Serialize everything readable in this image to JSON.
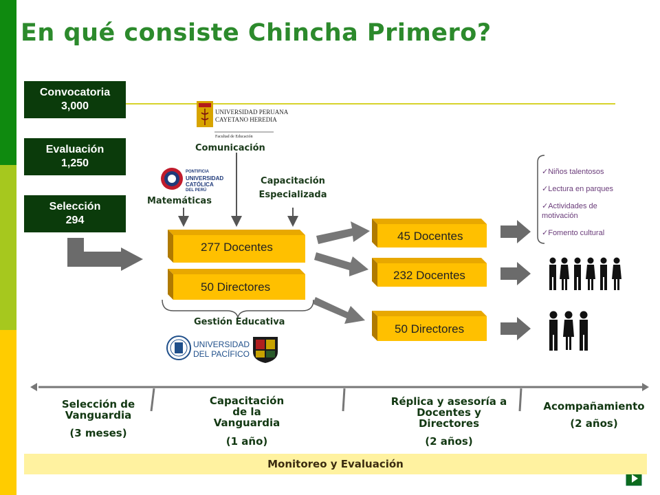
{
  "title": "En qué consiste Chincha Primero?",
  "stages": [
    {
      "label": "Convocatoria",
      "value": "3,000"
    },
    {
      "label": "Evaluación",
      "value": "1,250"
    },
    {
      "label": "Selección",
      "value": "294"
    }
  ],
  "partners": {
    "cayetano": {
      "line1": "UNIVERSIDAD PERUANA",
      "line2": "CAYETANO HEREDIA",
      "line3": "Facultad de Educación",
      "area": "Comunicación"
    },
    "pucp": {
      "line1": "PONTIFICIA",
      "line2": "UNIVERSIDAD",
      "line3": "CATÓLICA",
      "line4": "DEL PERÚ",
      "area": "Matemáticas"
    },
    "especializada": "Capacitación Especializada",
    "pacifico": {
      "line1": "UNIVERSIDAD",
      "line2": "DEL PACÍFICO",
      "area": "Gestión Educativa"
    }
  },
  "groups": {
    "docentes": "277 Docentes",
    "directores": "50 Directores"
  },
  "outcomes": {
    "docentes45": "45 Docentes",
    "docentes232": "232 Docentes",
    "directores50": "50 Directores"
  },
  "activities": [
    "Niños talentosos",
    "Lectura en parques",
    "Actividades de motivación",
    "Fomento cultural"
  ],
  "timeline": [
    {
      "label": "Selección de Vanguardia",
      "duration": "(3 meses)"
    },
    {
      "label": "Capacitación de la Vanguardia",
      "duration": "(1 año)"
    },
    {
      "label": "Réplica y asesoría a Docentes y Directores",
      "duration": "(2 años)"
    },
    {
      "label": "Acompañamiento",
      "duration": "(2 años)"
    }
  ],
  "monitoring": "Monitoreo y Evaluación",
  "colors": {
    "sidebar_green": "#0f8a0f",
    "sidebar_lime": "#a6c81e",
    "sidebar_yellow": "#ffcc00",
    "box_dark": "#0b3b0b",
    "orange": "#ffc000"
  }
}
